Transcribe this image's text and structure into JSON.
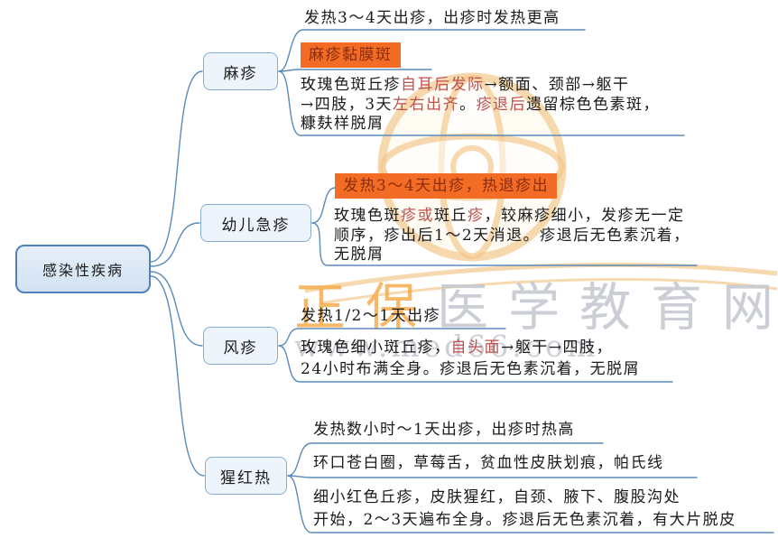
{
  "root": {
    "label": "感染性疾病"
  },
  "watermark": {
    "brand": "正保",
    "brand_rest": "医学教育网",
    "url": "www.med66.com"
  },
  "palette": {
    "connector_blue": "#4f81b0",
    "node_border": "#85acd3",
    "root_border": "#4e81bd",
    "node_fill": "#eef4fb",
    "highlight_bg": "#f26c26",
    "highlight_text": "#8c2d0e",
    "emphasis_red": "#c0504d",
    "ink": "#1a1a1a",
    "watermark_orange": "#f6ab4e",
    "watermark_gray": "#c6cad0"
  },
  "branches": [
    {
      "label": "麻疹",
      "leaves": [
        {
          "style": "plain",
          "lines": [
            [
              {
                "t": "发热3～4天出疹，出疹时发热更高",
                "c": "ink"
              }
            ]
          ]
        },
        {
          "style": "highlight",
          "lines": [
            [
              {
                "t": "麻疹黏膜斑",
                "c": "hl"
              }
            ]
          ]
        },
        {
          "style": "plain",
          "lines": [
            [
              {
                "t": "玫瑰色斑丘疹",
                "c": "ink"
              },
              {
                "t": "自耳后发际",
                "c": "red"
              },
              {
                "t": "→额面、颈部→躯干",
                "c": "ink"
              }
            ],
            [
              {
                "t": "→四肢，3天",
                "c": "ink"
              },
              {
                "t": "左右出齐",
                "c": "red"
              },
              {
                "t": "。",
                "c": "ink"
              },
              {
                "t": "疹退后",
                "c": "red"
              },
              {
                "t": "遗留棕色色素斑，",
                "c": "ink"
              }
            ],
            [
              {
                "t": "糠麸样脱屑",
                "c": "ink"
              }
            ]
          ]
        }
      ]
    },
    {
      "label": "幼儿急疹",
      "leaves": [
        {
          "style": "highlight",
          "lines": [
            [
              {
                "t": "发热3～4天出疹，热退疹出",
                "c": "hl"
              }
            ]
          ]
        },
        {
          "style": "plain",
          "lines": [
            [
              {
                "t": "玫瑰色斑",
                "c": "ink"
              },
              {
                "t": "疹或",
                "c": "red"
              },
              {
                "t": "斑丘",
                "c": "ink"
              },
              {
                "t": "疹",
                "c": "red"
              },
              {
                "t": "，较麻疹细小，发疹无一定",
                "c": "ink"
              }
            ],
            [
              {
                "t": "顺序，疹出后1～2天消退。疹退后无色素沉着，",
                "c": "ink"
              }
            ],
            [
              {
                "t": "无脱屑",
                "c": "ink"
              }
            ]
          ]
        }
      ]
    },
    {
      "label": "风疹",
      "leaves": [
        {
          "style": "plain",
          "lines": [
            [
              {
                "t": "发热1/2～1天出疹",
                "c": "ink"
              }
            ]
          ]
        },
        {
          "style": "plain",
          "lines": [
            [
              {
                "t": "玫瑰色细小斑丘疹，",
                "c": "ink"
              },
              {
                "t": "自头面",
                "c": "red"
              },
              {
                "t": "→躯干→四肢，",
                "c": "ink"
              }
            ],
            [
              {
                "t": "24小时布满全身。疹退后无色素沉着，无脱屑",
                "c": "ink"
              }
            ]
          ]
        }
      ]
    },
    {
      "label": "猩红热",
      "leaves": [
        {
          "style": "plain",
          "lines": [
            [
              {
                "t": "发热数小时～1天出疹，出疹时热高",
                "c": "ink"
              }
            ]
          ]
        },
        {
          "style": "plain",
          "lines": [
            [
              {
                "t": "环口苍白圈，草莓舌，贫血性皮肤划痕，帕氏线",
                "c": "ink"
              }
            ]
          ]
        },
        {
          "style": "plain",
          "lines": [
            [
              {
                "t": "细小红色丘疹，皮肤猩红，自颈、腋下、腹股沟处",
                "c": "ink"
              }
            ],
            [
              {
                "t": "开始，2～3天遍布全身。疹退后无色素沉着，有大片脱皮",
                "c": "ink"
              }
            ]
          ]
        }
      ]
    }
  ]
}
